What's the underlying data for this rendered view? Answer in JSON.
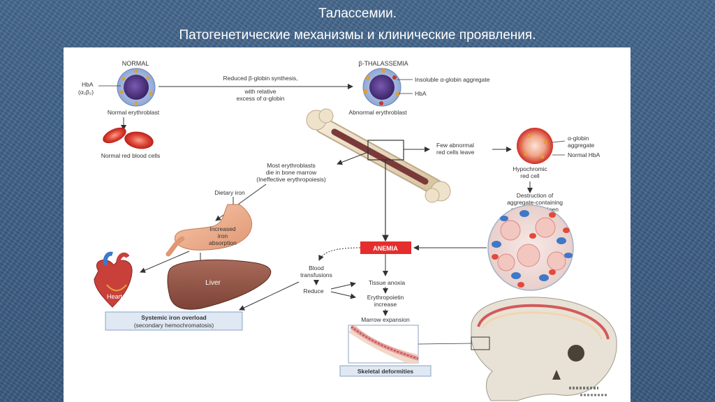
{
  "title_line1": "Талассемии.",
  "title_line2": "Патогенетические механизмы и клинические проявления.",
  "diagram": {
    "normal": "NORMAL",
    "hba_label": "HbA",
    "hba_formula": "(α₂β₂)",
    "normal_erythroblast": "Normal erythroblast",
    "normal_rbc": "Normal red blood cells",
    "reduced_line1": "Reduced β-globin synthesis,",
    "reduced_line2": "with relative",
    "reduced_line3": "excess of α-globin",
    "beta_thal": "β-THALASSEMIA",
    "insoluble": "Insoluble α-globin aggregate",
    "hba2": "HbA",
    "abnormal_erythroblast": "Abnormal erythroblast",
    "few_line1": "Few abnormal",
    "few_line2": "red cells leave",
    "alpha_line1": "α-globin",
    "alpha_line2": "aggregate",
    "normal_hba": "Normal HbA",
    "hypo_line1": "Hypochromic",
    "hypo_line2": "red cell",
    "most_line1": "Most erythroblasts",
    "most_line2": "die in bone marrow",
    "most_line3": "(Ineffective erythropoiesis)",
    "destr_line1": "Destruction of",
    "destr_line2": "aggregate-containing",
    "destr_line3": "red cells in spleen",
    "dietary_iron": "Dietary iron",
    "incr_line1": "Increased",
    "incr_line2": "iron",
    "incr_line3": "absorption",
    "anemia": "ANEMIA",
    "blood_line1": "Blood",
    "blood_line2": "transfusions",
    "reduce": "Reduce",
    "tissue_anoxia": "Tissue anoxia",
    "epo_line1": "Erythropoietin",
    "epo_line2": "increase",
    "marrow_expansion": "Marrow expansion",
    "heart": "Heart",
    "liver": "Liver",
    "overload_line1": "Systemic iron overload",
    "overload_line2": "(secondary hemochromatosis)",
    "skeletal": "Skeletal deformities"
  },
  "colors": {
    "slide_bg": "#3f5f86",
    "anemia_box": "#e52d2d",
    "label_box": "#dfe8f3",
    "cell_red": "#d9302c",
    "nucleus": "#5a3e8e",
    "blue_cell": "#3e78c8"
  }
}
